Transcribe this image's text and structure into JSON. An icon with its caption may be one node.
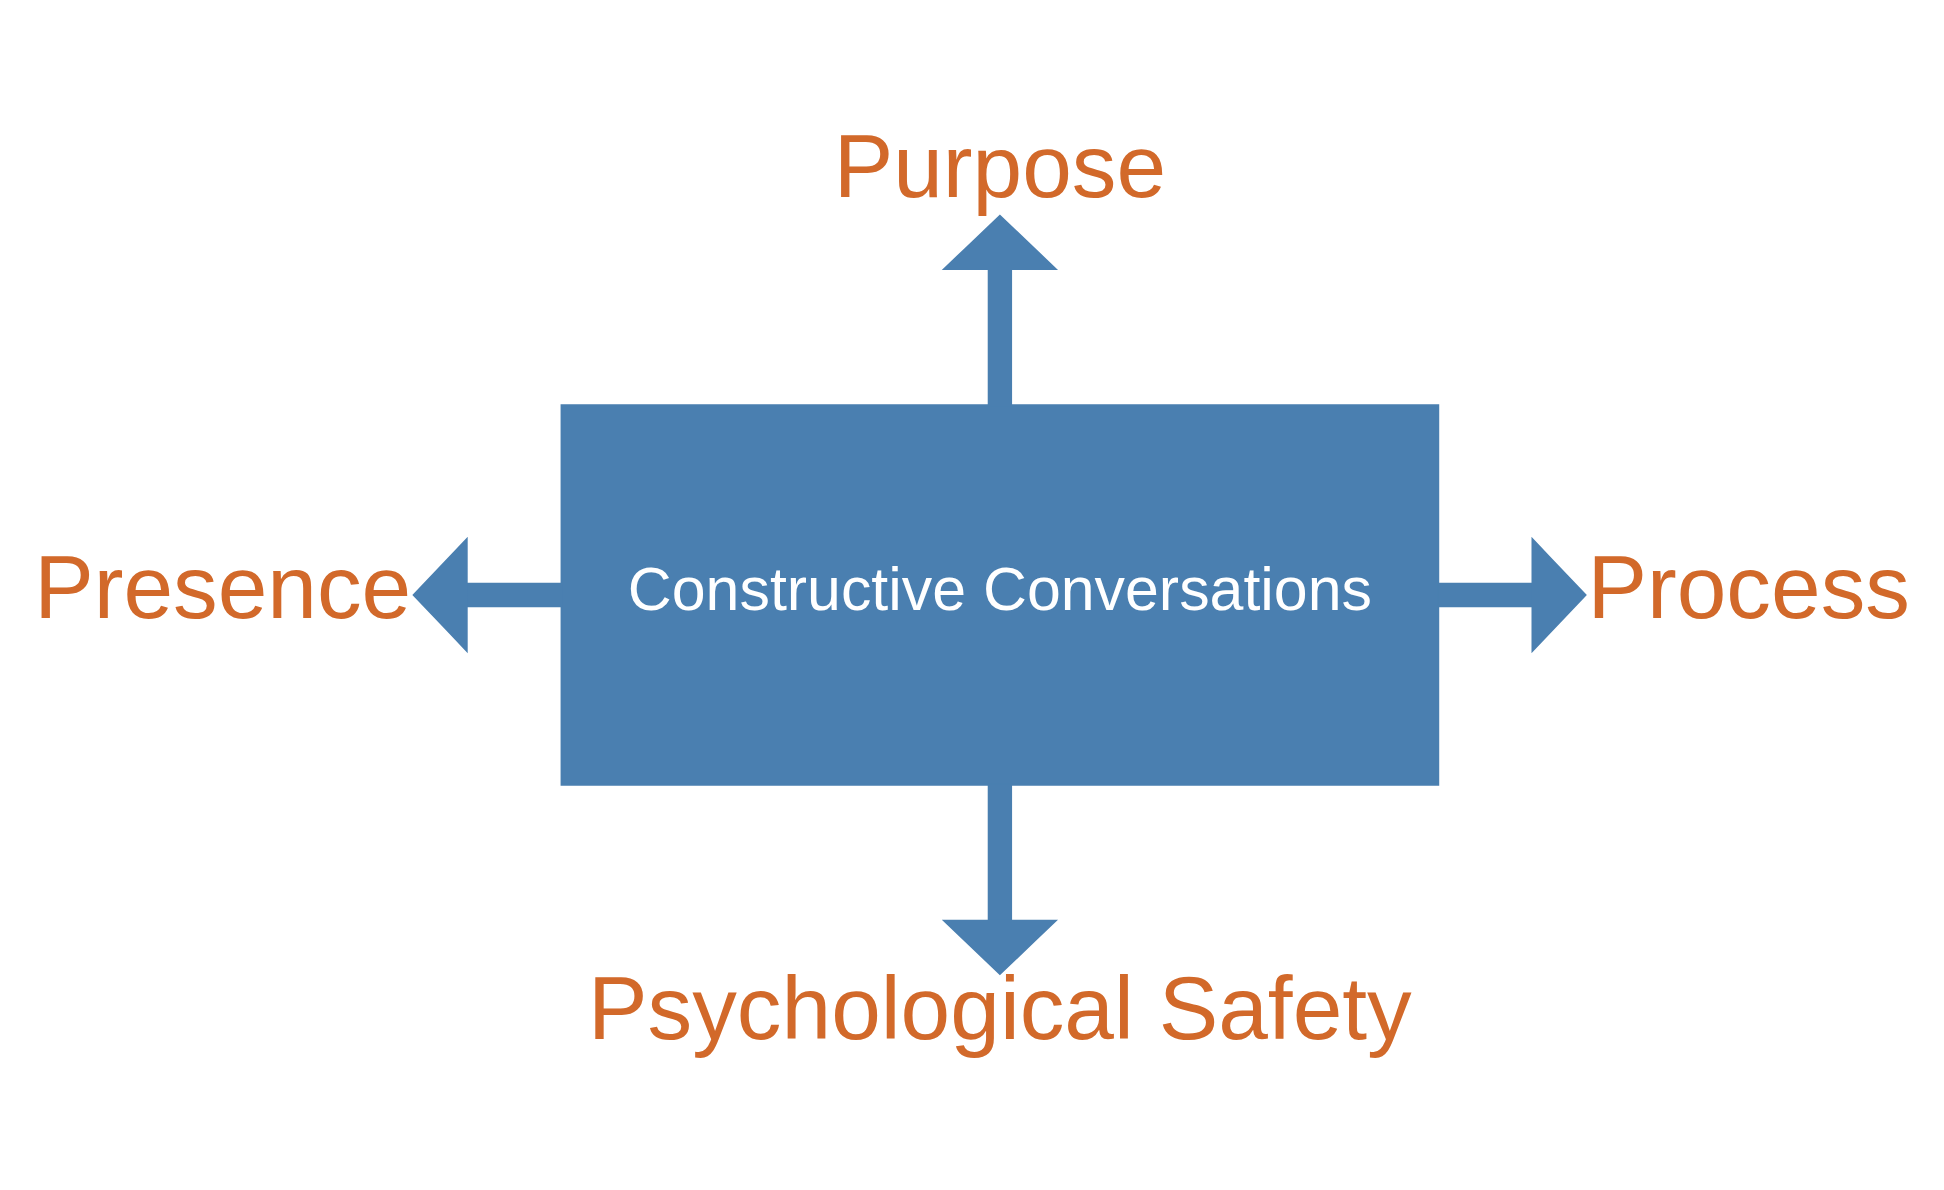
{
  "diagram": {
    "nodes": [
      {
        "text": [
          "Purpose"
        ]
      },
      {
        "text": [
          "Presence"
        ]
      },
      {
        "text": [
          "Constructive Conversations"
        ]
      },
      {
        "text": [
          "Process"
        ]
      },
      {
        "text": [
          "Psychological Safety"
        ]
      }
    ],
    "edges": [
      {
        "from": 2,
        "to": 0,
        "arrow": "to"
      },
      {
        "from": 2,
        "to": 1,
        "arrow": "to"
      },
      {
        "from": 2,
        "to": 3,
        "arrow": "to"
      },
      {
        "from": 2,
        "to": 4,
        "arrow": "to"
      }
    ]
  }
}
